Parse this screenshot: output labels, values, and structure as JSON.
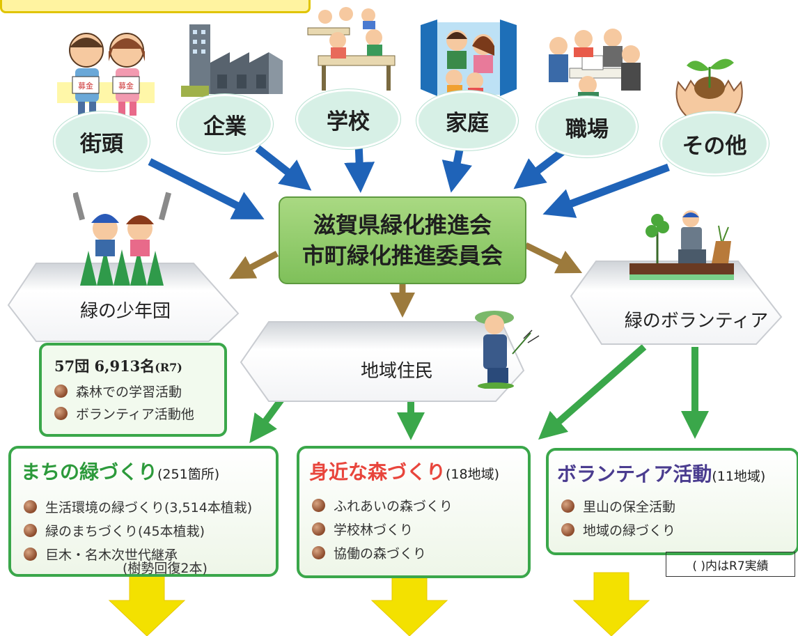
{
  "sources": [
    {
      "label": "街頭"
    },
    {
      "label": "企業"
    },
    {
      "label": "学校"
    },
    {
      "label": "家庭"
    },
    {
      "label": "職場"
    },
    {
      "label": "その他"
    }
  ],
  "center": {
    "line1": "滋賀県緑化推進会",
    "line2": "市町緑化推進委員会"
  },
  "groups": {
    "shonendan": "緑の少年団",
    "jumin": "地域住民",
    "volunteer": "緑のボランティア"
  },
  "shonendan_box": {
    "headline": "57団 6,913名",
    "headline_suffix": "(R7)",
    "items": [
      "森林での学習活動",
      "ボランティア活動他"
    ]
  },
  "activities": [
    {
      "title": "まちの緑づくり",
      "count": "(251箇所)",
      "title_color": "#2c9a3b",
      "items": [
        "生活環境の緑づくり(3,514本植栽)",
        "緑のまちづくり(45本植栽)",
        "巨木・名木次世代継承"
      ],
      "sub": "(樹勢回復2本)"
    },
    {
      "title": "身近な森づくり",
      "count": "(18地域)",
      "title_color": "#e8453c",
      "items": [
        "ふれあいの森づくり",
        "学校林づくり",
        "協働の森づくり"
      ]
    },
    {
      "title": "ボランティア活動",
      "count": "(11地域)",
      "title_color": "#4a3c8f",
      "items": [
        "里山の保全活動",
        "地域の緑づくり"
      ]
    }
  ],
  "note": "( )内はR7実績",
  "placard_text": "募金",
  "colors": {
    "blue_arrow": "#1f63b8",
    "brown_arrow": "#9c7a3c",
    "green_arrow": "#3aa74a",
    "yellow_arrow": "#f3e100"
  }
}
